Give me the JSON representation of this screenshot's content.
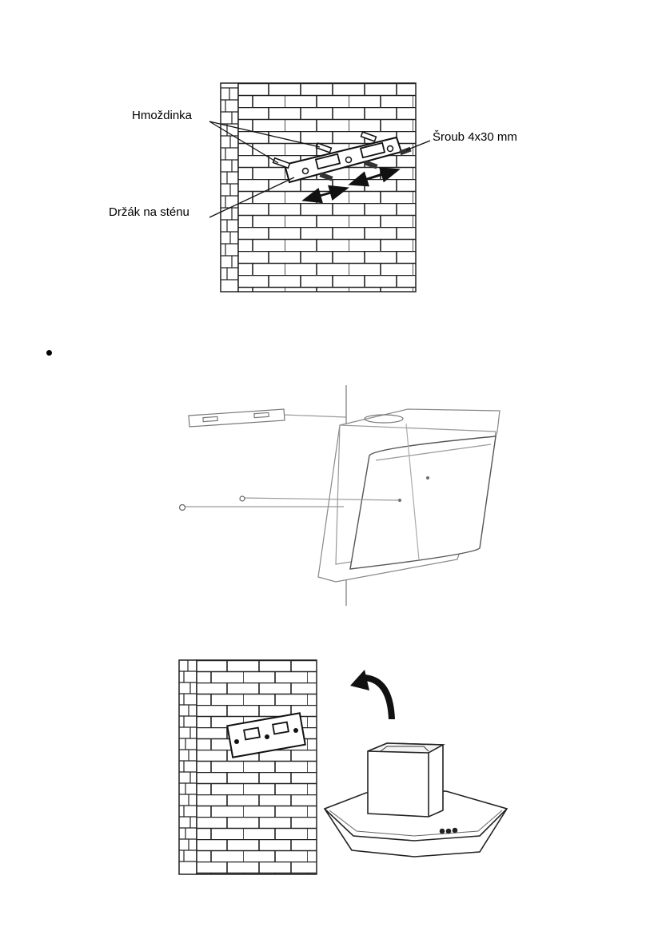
{
  "figure1": {
    "labels": {
      "dowel": "Hmoždinka",
      "screw": "Šroub 4x30 mm",
      "bracket": "Držák na sténu"
    }
  },
  "bullet": "•"
}
